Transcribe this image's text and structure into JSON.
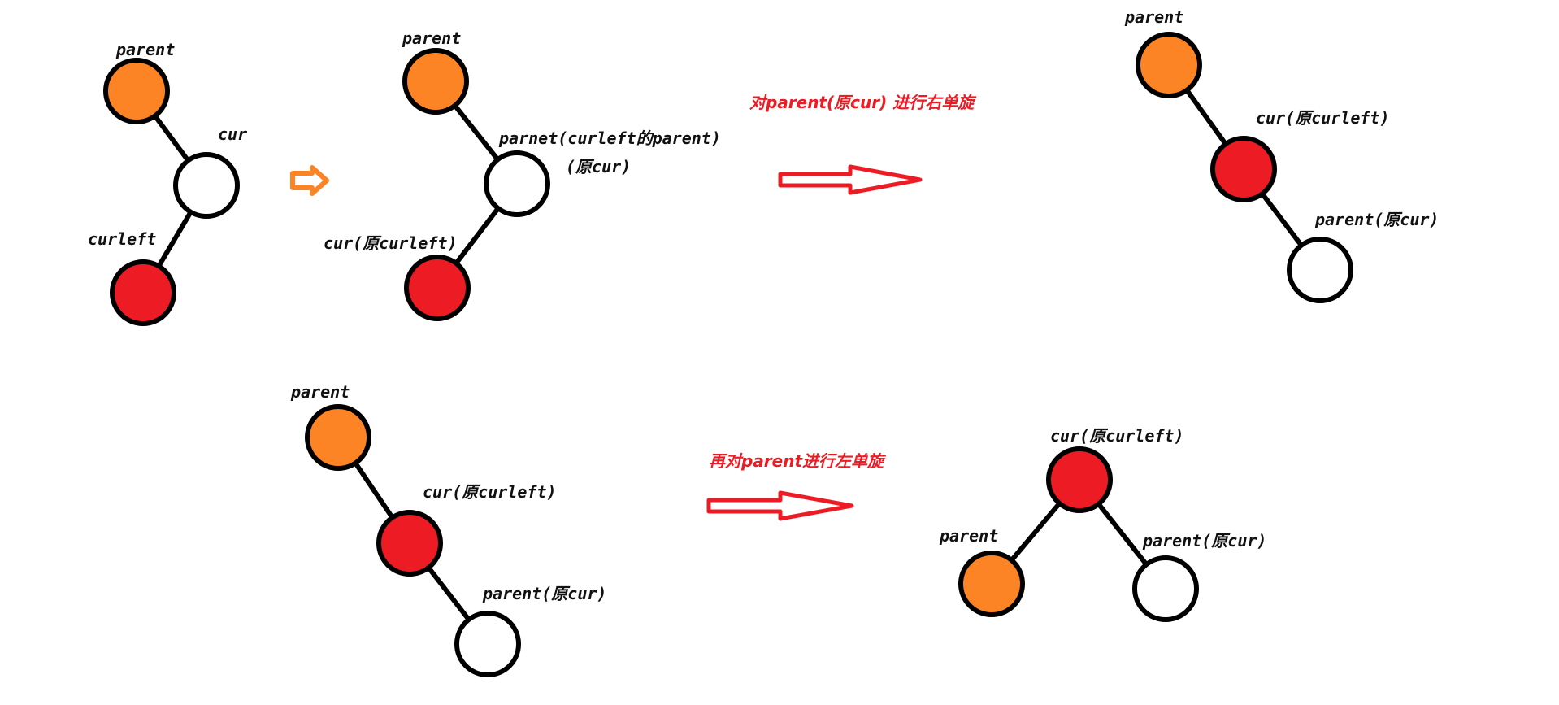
{
  "colors": {
    "parent_node": "#fd8424",
    "red_node": "#ed1c24",
    "plain_node": "#ffffff",
    "arrow": "#ed1c24",
    "small_arrow": "#fd8424"
  },
  "diagram1": {
    "parent": "parent",
    "cur": "cur",
    "curleft": "curleft"
  },
  "diagram2": {
    "parent": "parent",
    "mid_line1": "parnet(curleft的parent)",
    "mid_line2": "(原cur)",
    "bottom": "cur(原curleft)"
  },
  "step1_text": "对parent(原cur) 进行右单旋",
  "diagram3": {
    "parent": "parent",
    "mid": "cur(原curleft)",
    "bottom": "parent(原cur)"
  },
  "diagram4": {
    "parent": "parent",
    "mid": "cur(原curleft)",
    "bottom": "parent(原cur)"
  },
  "step2_text": "再对parent进行左单旋",
  "diagram5": {
    "top": "cur(原curleft)",
    "left": "parent",
    "right": "parent(原cur)"
  }
}
